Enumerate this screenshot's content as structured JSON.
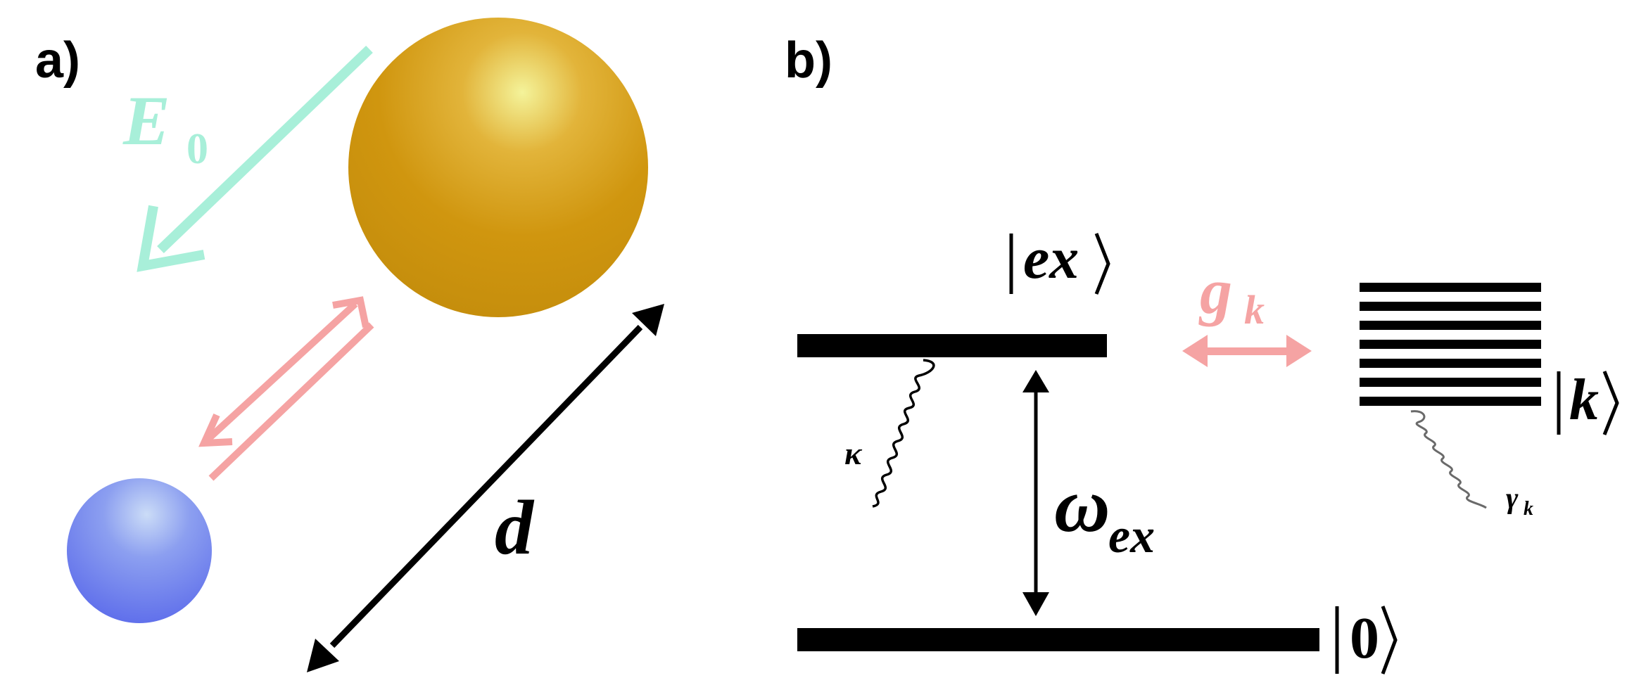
{
  "panels": {
    "a": {
      "label": "a)",
      "field": {
        "symbol": "E",
        "subscript": "0",
        "color": "#a8efd9"
      },
      "distance": {
        "symbol": "d"
      },
      "large_sphere_color": "#d19610",
      "small_sphere_color": "#6f7df0",
      "coupling_arrow_color": "#f5a3a3"
    },
    "b": {
      "label": "b)",
      "excited_state": "ex",
      "ground_state": "0",
      "continuum_state": "k",
      "transition_frequency": {
        "symbol": "ω",
        "subscript": "ex"
      },
      "coupling": {
        "symbol": "g",
        "subscript": "k",
        "color": "#f5a3a3"
      },
      "decay_rate_excited": "κ",
      "decay_rate_continuum": {
        "symbol": "γ",
        "subscript": "k"
      }
    }
  }
}
